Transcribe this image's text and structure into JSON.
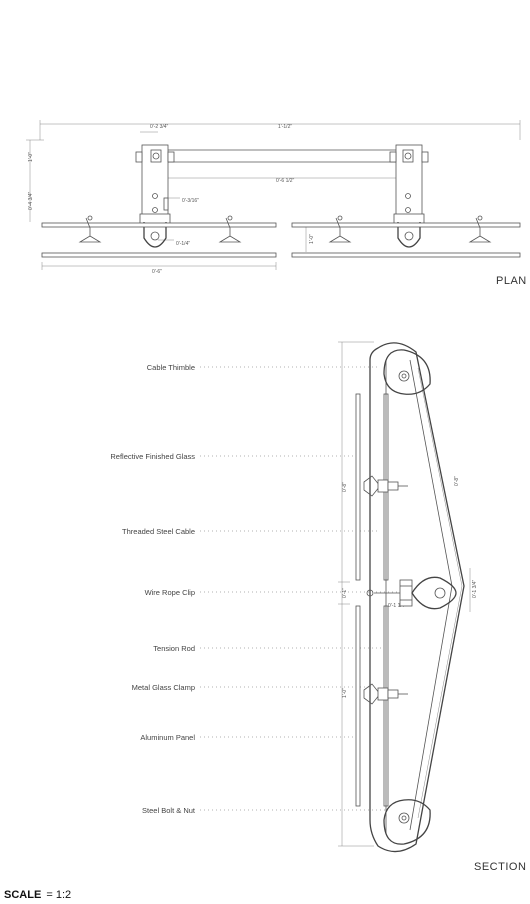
{
  "plan": {
    "title": "PLAN",
    "dims": {
      "offset_top": "0'-2 3/4\"",
      "span_total": "1'-1/2\"",
      "height_small": "1'-0\"",
      "height_left": "0'-4 3/4\"",
      "span_inner": "0'-6 1/2\"",
      "rod": "0'-3/16\"",
      "bolt": "0'-1/4\"",
      "panel_width": "0'-6\"",
      "right_height": "1'-0\""
    }
  },
  "section": {
    "title": "SECTION",
    "labels": [
      "Cable Thimble",
      "Reflective Finished Glass",
      "Threaded Steel Cable",
      "Wire Rope Clip",
      "Tension Rod",
      "Metal Glass Clamp",
      "Aluminum Panel",
      "Steel Bolt & Nut"
    ],
    "dims": {
      "panel_left": "0'-8\"",
      "panel_right": "0'-8\"",
      "mid_gap": "0'-1\"",
      "clip_width": "0'-1 1/4\"",
      "clip_height": "0'-1 3/4\"",
      "clamp": "1'-0\""
    }
  },
  "scale": {
    "label": "SCALE",
    "value": "= 1:2"
  }
}
